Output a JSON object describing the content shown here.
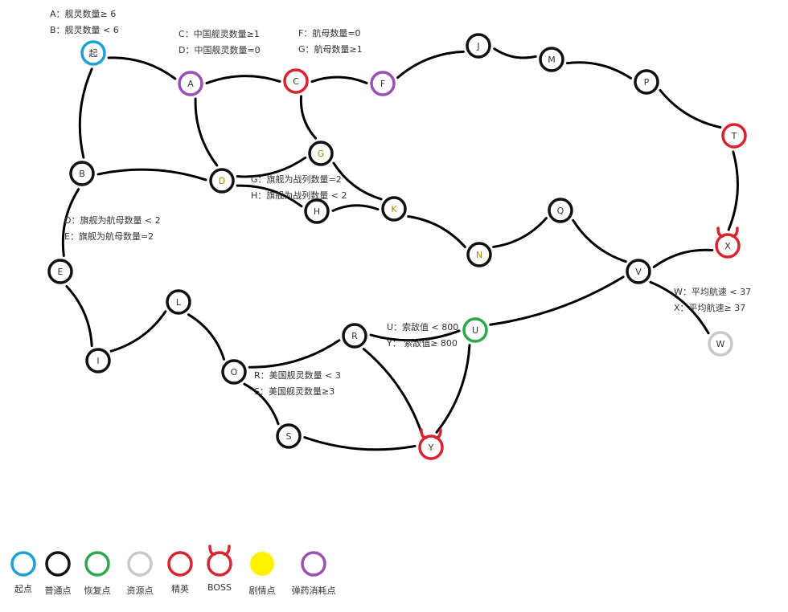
{
  "colors": {
    "start": "#1ea0d6",
    "normal": "#111111",
    "repair": "#2aa84a",
    "resource": "#c8c8c8",
    "elite": "#d9232e",
    "boss": "#d9232e",
    "story": "#fff200",
    "ammo": "#9b4fb0",
    "story_letter": "#a08a00"
  },
  "nodes": [
    {
      "id": "start",
      "label": "起",
      "type": "start"
    },
    {
      "id": "A",
      "label": "A",
      "type": "ammo"
    },
    {
      "id": "B",
      "label": "B",
      "type": "normal"
    },
    {
      "id": "C",
      "label": "C",
      "type": "elite"
    },
    {
      "id": "D",
      "label": "D",
      "type": "normal",
      "story_letter": true
    },
    {
      "id": "E",
      "label": "E",
      "type": "normal"
    },
    {
      "id": "F",
      "label": "F",
      "type": "ammo"
    },
    {
      "id": "G",
      "label": "G",
      "type": "normal",
      "story_letter": true
    },
    {
      "id": "H",
      "label": "H",
      "type": "normal"
    },
    {
      "id": "I",
      "label": "I",
      "type": "normal"
    },
    {
      "id": "J",
      "label": "J",
      "type": "normal"
    },
    {
      "id": "K",
      "label": "K",
      "type": "normal",
      "story_letter": true
    },
    {
      "id": "L",
      "label": "L",
      "type": "normal"
    },
    {
      "id": "M",
      "label": "M",
      "type": "normal"
    },
    {
      "id": "N",
      "label": "N",
      "type": "normal",
      "story_letter": true
    },
    {
      "id": "O",
      "label": "O",
      "type": "normal"
    },
    {
      "id": "P",
      "label": "P",
      "type": "normal"
    },
    {
      "id": "Q",
      "label": "Q",
      "type": "normal"
    },
    {
      "id": "R",
      "label": "R",
      "type": "normal"
    },
    {
      "id": "S",
      "label": "S",
      "type": "normal"
    },
    {
      "id": "T",
      "label": "T",
      "type": "elite"
    },
    {
      "id": "U",
      "label": "U",
      "type": "repair"
    },
    {
      "id": "V",
      "label": "V",
      "type": "normal"
    },
    {
      "id": "W",
      "label": "W",
      "type": "resource"
    },
    {
      "id": "X",
      "label": "X",
      "type": "boss"
    },
    {
      "id": "Y",
      "label": "Y",
      "type": "boss"
    }
  ],
  "edges": [
    [
      "start",
      "A"
    ],
    [
      "start",
      "B"
    ],
    [
      "A",
      "C"
    ],
    [
      "A",
      "D"
    ],
    [
      "C",
      "F"
    ],
    [
      "C",
      "G"
    ],
    [
      "F",
      "J"
    ],
    [
      "J",
      "M"
    ],
    [
      "M",
      "P"
    ],
    [
      "P",
      "T"
    ],
    [
      "T",
      "X"
    ],
    [
      "X",
      "V"
    ],
    [
      "V",
      "W"
    ],
    [
      "Q",
      "V"
    ],
    [
      "Q",
      "N"
    ],
    [
      "N",
      "K"
    ],
    [
      "K",
      "G"
    ],
    [
      "K",
      "H"
    ],
    [
      "D",
      "H"
    ],
    [
      "D",
      "G"
    ],
    [
      "B",
      "D"
    ],
    [
      "B",
      "E"
    ],
    [
      "E",
      "I"
    ],
    [
      "I",
      "L"
    ],
    [
      "L",
      "O"
    ],
    [
      "O",
      "R"
    ],
    [
      "O",
      "S"
    ],
    [
      "S",
      "Y"
    ],
    [
      "R",
      "Y"
    ],
    [
      "R",
      "U"
    ],
    [
      "U",
      "Y"
    ],
    [
      "U",
      "V"
    ]
  ],
  "notes": {
    "ab": [
      "A：舰灵数量≥ 6",
      "B：舰灵数量 < 6"
    ],
    "cd": [
      "C：中国舰灵数量≥1",
      "D：中国舰灵数量=0"
    ],
    "fg": [
      "F：航母数量=0",
      "G：航母数量≥1"
    ],
    "gh": [
      "G：旗舰为战列数量=2",
      "H：旗舰为战列数量 < 2"
    ],
    "de": [
      "D：旗舰为航母数量 < 2",
      "E：旗舰为航母数量=2"
    ],
    "rs": [
      "R：美国舰灵数量 < 3",
      "S：美国舰灵数量≥3"
    ],
    "uy": [
      "U：索敌值 < 800",
      "Y：  索敌值≥ 800"
    ],
    "wx": [
      "W：平均航速 <  37",
      "X：平均航速≥   37"
    ]
  },
  "legend": [
    {
      "type": "start",
      "label": "起点"
    },
    {
      "type": "normal",
      "label": "普通点"
    },
    {
      "type": "repair",
      "label": "恢复点"
    },
    {
      "type": "resource",
      "label": "资源点"
    },
    {
      "type": "elite",
      "label": "精英"
    },
    {
      "type": "boss",
      "label": "BOSS"
    },
    {
      "type": "story",
      "label": "剧情点"
    },
    {
      "type": "ammo",
      "label": "弹药消耗点"
    }
  ]
}
